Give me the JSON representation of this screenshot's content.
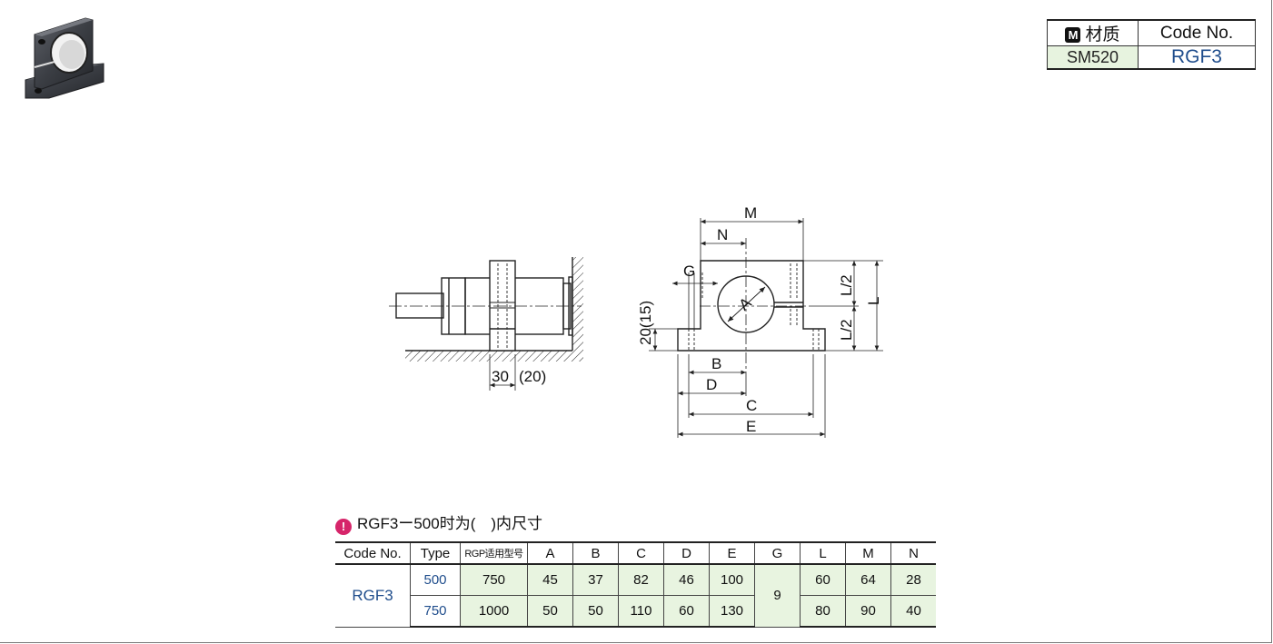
{
  "material_table": {
    "badge": "M",
    "material_header": "材质",
    "code_header": "Code No.",
    "material_value": "SM520",
    "code_value": "RGF3"
  },
  "drawing": {
    "left_labels": {
      "dim_30": "30",
      "dim_20": "(20)"
    },
    "right_labels": {
      "M": "M",
      "N": "N",
      "G": "G",
      "A": "A",
      "B": "B",
      "C": "C",
      "D": "D",
      "E": "E",
      "L": "L",
      "L_half_top": "L/2",
      "L_half_bottom": "L/2",
      "left_dim": "20(15)"
    }
  },
  "note": {
    "icon": "!",
    "text": "RGF3ー500时为(　)内尺寸"
  },
  "table": {
    "headers": [
      "Code No.",
      "Type",
      "RGP适用型号",
      "A",
      "B",
      "C",
      "D",
      "E",
      "G",
      "L",
      "M",
      "N"
    ],
    "code": "RGF3",
    "shared_G": "9",
    "rows": [
      {
        "type": "500",
        "rgp": "750",
        "A": "45",
        "B": "37",
        "C": "82",
        "D": "46",
        "E": "100",
        "L": "60",
        "M": "64",
        "N": "28"
      },
      {
        "type": "750",
        "rgp": "1000",
        "A": "50",
        "B": "50",
        "C": "110",
        "D": "60",
        "E": "130",
        "L": "80",
        "M": "90",
        "N": "40"
      }
    ]
  },
  "colors": {
    "accent_blue": "#1f4d8c",
    "green_cell": "#e8f4e0",
    "note_icon": "#d6256a"
  }
}
